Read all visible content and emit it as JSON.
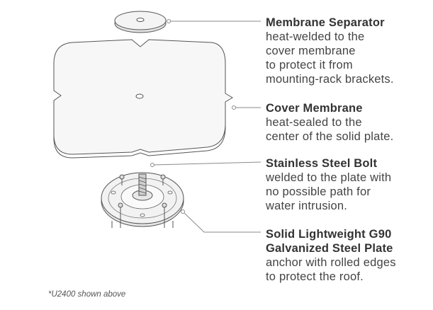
{
  "callouts": [
    {
      "title_lines": [
        "Membrane Separator"
      ],
      "body_lines": [
        "heat-welded to the",
        "cover membrane",
        "to protect it from",
        "mounting-rack brackets."
      ]
    },
    {
      "title_lines": [
        "Cover Membrane"
      ],
      "body_lines": [
        "heat-sealed to the",
        "center of the solid plate."
      ]
    },
    {
      "title_lines": [
        "Stainless Steel Bolt"
      ],
      "body_lines": [
        "welded to the plate with",
        "no possible path for",
        "water intrusion."
      ]
    },
    {
      "title_lines": [
        "Solid Lightweight G90",
        "Galvanized Steel Plate"
      ],
      "body_lines": [
        "anchor with rolled edges",
        "to protect the roof."
      ]
    }
  ],
  "footnote": "*U2400 shown above",
  "colors": {
    "stroke": "#555555",
    "leader": "#8a8a8a",
    "fill": "#f0f0f0"
  }
}
